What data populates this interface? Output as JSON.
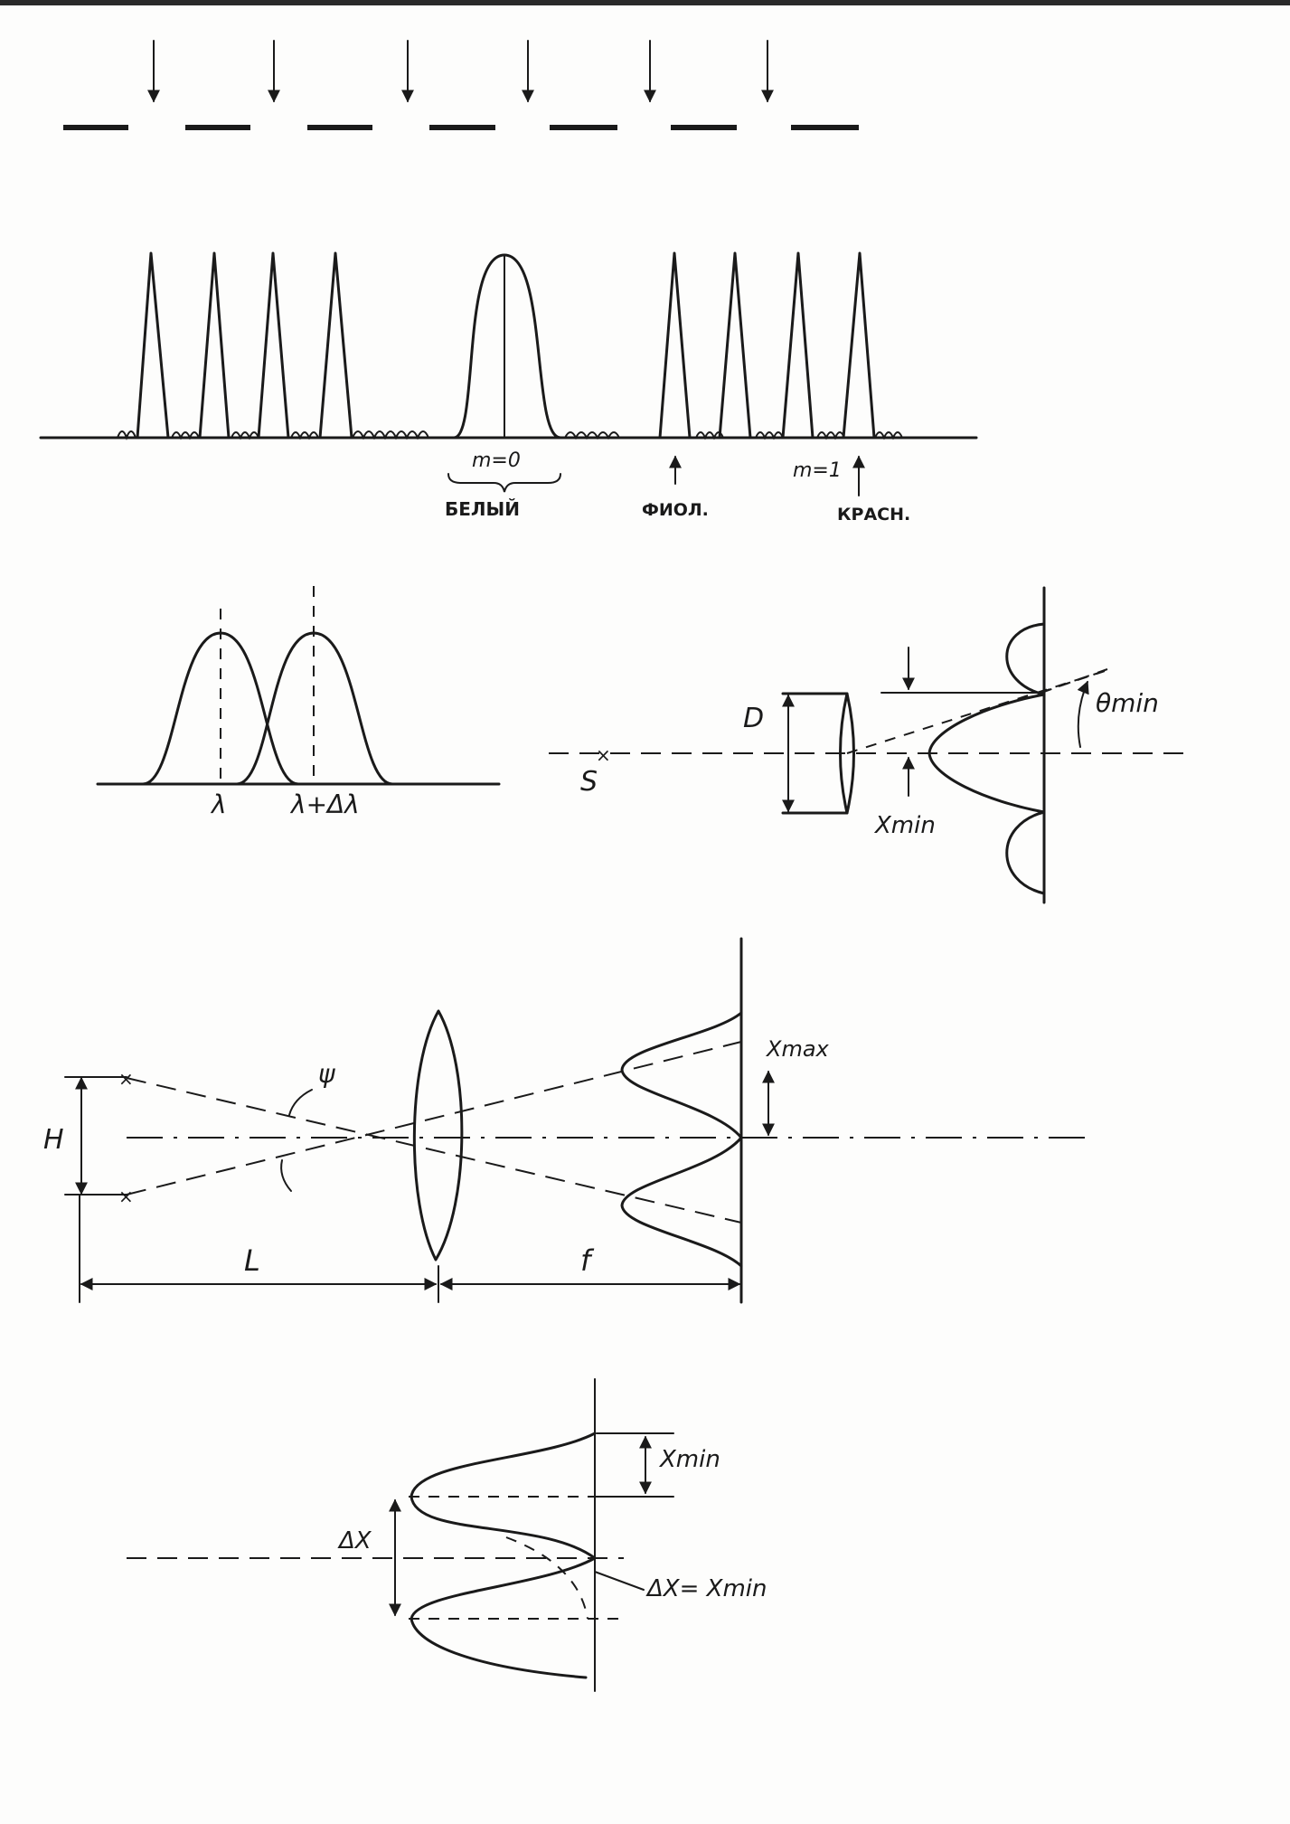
{
  "diagram_1": {
    "order_zero_label": "m=0",
    "order_one_label": "m=1",
    "white_label": "БЕЛЫЙ",
    "violet_label": "ФИОЛ.",
    "red_label": "КРАСН."
  },
  "diagram_2": {
    "lambda_label": "λ",
    "lambda_plus_label": "λ+Δλ"
  },
  "diagram_3": {
    "d_label": "D",
    "source_label": "S",
    "theta_label": "θmin",
    "xmin_label": "Xmin"
  },
  "diagram_4": {
    "h_label": "H",
    "psi_label": "ψ",
    "l_label": "L",
    "f_label": "f",
    "xmax_label": "Xmax"
  },
  "diagram_5": {
    "dx_label": "ΔX",
    "xmin_label": "Xmin",
    "criterion_label": "ΔX= Xmin"
  }
}
